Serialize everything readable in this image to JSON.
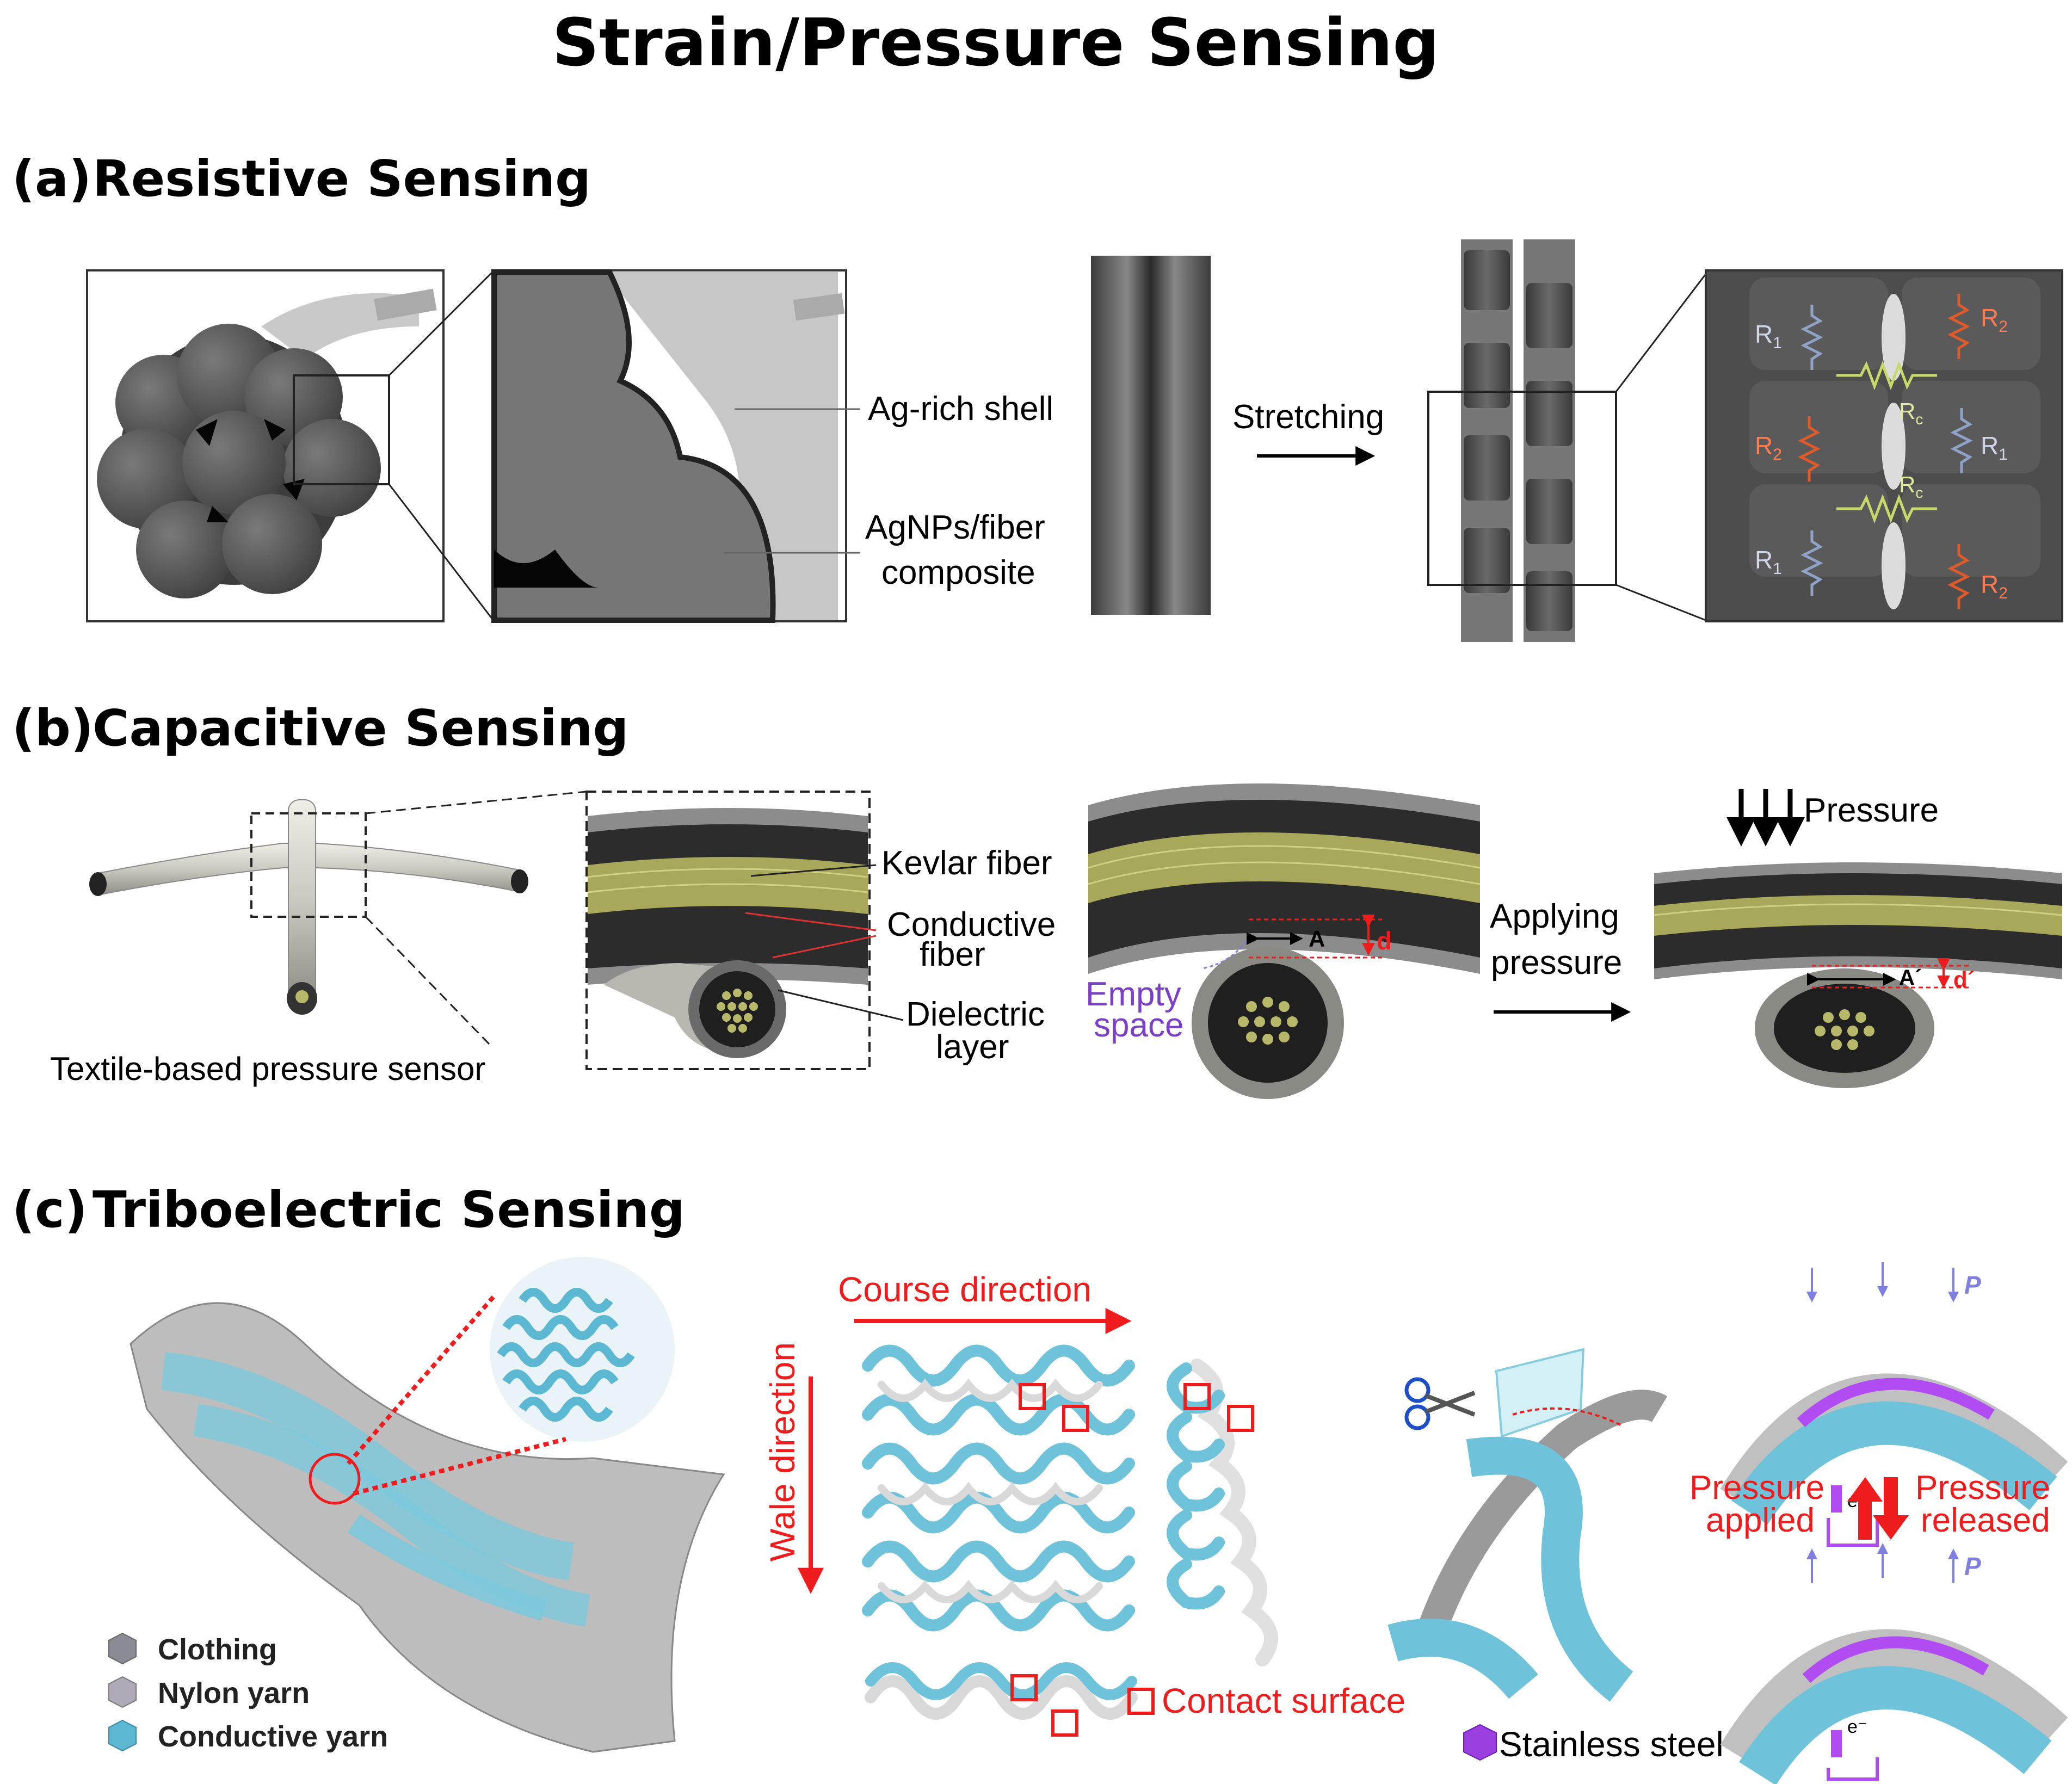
{
  "figure": {
    "title": "Strain/Pressure Sensing",
    "panels": {
      "a": {
        "letter": "(a)",
        "heading": "Resistive Sensing",
        "labels": {
          "shell": "Ag-rich shell",
          "composite_l1": "AgNPs/fiber",
          "composite_l2": "composite",
          "stretching": "Stretching"
        },
        "resistors": {
          "r1": "R",
          "r2": "R",
          "rc": "R",
          "sub1": "1",
          "sub2": "2",
          "subc": "c"
        }
      },
      "b": {
        "letter": "(b)",
        "heading": "Capacitive Sensing",
        "labels": {
          "sensor": "Textile-based pressure sensor",
          "kevlar": "Kevlar fiber",
          "conductive_l1": "Conductive",
          "conductive_l2": "fiber",
          "dielectric_l1": "Dielectric",
          "dielectric_l2": "layer",
          "empty_l1": "Empty",
          "empty_l2": "space",
          "applying_l1": "Applying",
          "applying_l2": "pressure",
          "pressure": "Pressure",
          "area": "A",
          "area_after": "A´",
          "gap": "d",
          "gap_after": "d´"
        }
      },
      "c": {
        "letter": "(c)",
        "heading": "Triboelectric Sensing",
        "labels": {
          "course": "Course direction",
          "wale": "Wale direction",
          "contact": "Contact surface",
          "steel": "Stainless steel",
          "applied_l1": "Pressure",
          "applied_l2": "applied",
          "released_l1": "Pressure",
          "released_l2": "released",
          "p": "P",
          "electron": "e⁻"
        },
        "legend": [
          "Clothing",
          "Nylon yarn",
          "Conductive yarn"
        ]
      }
    },
    "colors": {
      "fiber_gray": "#5a5a5a",
      "resistor_blue": "#8fa3c8",
      "resistor_red": "#e05a2a",
      "resistor_green": "#c8d86a",
      "yarn_blue": "#7cc8dc",
      "yarn_gray": "#c8c8c8",
      "red_label": "#ee1c1c",
      "purple": "#9b3fe0",
      "kevlar_olive": "#a8a85a"
    }
  }
}
